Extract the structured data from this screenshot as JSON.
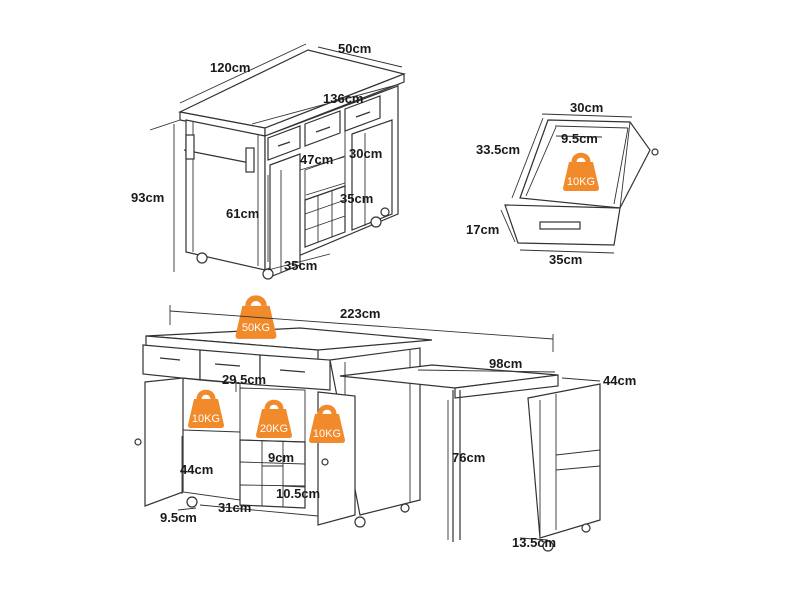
{
  "colors": {
    "line": "#333333",
    "weight_badge": "#F08A2A",
    "background": "#ffffff"
  },
  "labels": {
    "top_width": "120cm",
    "top_depth": "50cm",
    "top_total_width": "136cm",
    "top_height": "93cm",
    "top_inner_width": "47cm",
    "top_shelf_height": "30cm",
    "top_cabinet_height": "61cm",
    "top_rack_width": "35cm",
    "top_base_depth": "35cm",
    "drawer_width": "30cm",
    "drawer_depth": "33.5cm",
    "drawer_handle": "9.5cm",
    "drawer_height": "17cm",
    "drawer_front": "35cm",
    "ext_total_width": "223cm",
    "ext_table_width": "98cm",
    "ext_table_depth": "44cm",
    "ext_shelf_width": "29.5cm",
    "ext_height": "76cm",
    "ext_cabinet_depth": "44cm",
    "ext_rack_cell": "9cm",
    "ext_rack_gap": "10.5cm",
    "ext_cabinet_width": "31cm",
    "ext_leg_left": "9.5cm",
    "ext_leg_right": "13.5cm"
  },
  "weights": {
    "drawer": "10KG",
    "top": "50KG",
    "left_shelf": "10KG",
    "middle": "20KG",
    "right": "10KG"
  }
}
